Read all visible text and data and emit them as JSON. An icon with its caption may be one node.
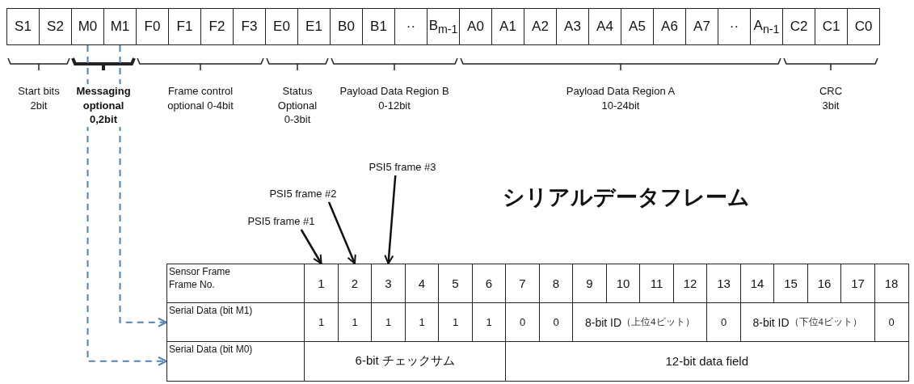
{
  "diagram": {
    "title": "シリアルデータフレーム",
    "nodes": [
      {
        "text": [
          "S1"
        ]
      },
      {
        "text": [
          "S2"
        ]
      },
      {
        "text": [
          "M0"
        ]
      },
      {
        "text": [
          "M1"
        ]
      },
      {
        "text": [
          "F0"
        ]
      },
      {
        "text": [
          "F1"
        ]
      },
      {
        "text": [
          "F2"
        ]
      },
      {
        "text": [
          "F3"
        ]
      },
      {
        "text": [
          "E0"
        ]
      },
      {
        "text": [
          "E1"
        ]
      },
      {
        "text": [
          "B0"
        ]
      },
      {
        "text": [
          "B1"
        ]
      },
      {
        "text": [
          "··"
        ]
      },
      {
        "text": [
          "B$_{m-1}$"
        ]
      },
      {
        "text": [
          "A0"
        ]
      },
      {
        "text": [
          "A1"
        ]
      },
      {
        "text": [
          "A2"
        ]
      },
      {
        "text": [
          "A3"
        ]
      },
      {
        "text": [
          "A4"
        ]
      },
      {
        "text": [
          "A5"
        ]
      },
      {
        "text": [
          "A6"
        ]
      },
      {
        "text": [
          "A7"
        ]
      },
      {
        "text": [
          "··"
        ]
      },
      {
        "text": [
          "A$_{n-1}$"
        ]
      },
      {
        "text": [
          "C2"
        ]
      },
      {
        "text": [
          "C1"
        ]
      },
      {
        "text": [
          "C0"
        ]
      },
      {
        "text": [
          "PSI5 frame #3"
        ]
      },
      {
        "text": [
          "PSI5 frame #2"
        ]
      },
      {
        "text": [
          "PSI5 frame #1"
        ]
      },
      {
        "text": [
          "Sensor Frame",
          "Frame No."
        ]
      },
      {
        "text": [
          "1"
        ]
      },
      {
        "text": [
          "2"
        ]
      },
      {
        "text": [
          "3"
        ]
      },
      {
        "text": [
          "4"
        ]
      },
      {
        "text": [
          "5"
        ]
      },
      {
        "text": [
          "6"
        ]
      },
      {
        "text": [
          "7"
        ]
      },
      {
        "text": [
          "8"
        ]
      },
      {
        "text": [
          "9"
        ]
      },
      {
        "text": [
          "10"
        ]
      },
      {
        "text": [
          "11"
        ]
      },
      {
        "text": [
          "12"
        ]
      },
      {
        "text": [
          "13"
        ]
      },
      {
        "text": [
          "14"
        ]
      },
      {
        "text": [
          "15"
        ]
      },
      {
        "text": [
          "16"
        ]
      },
      {
        "text": [
          "17"
        ]
      },
      {
        "text": [
          "18"
        ]
      },
      {
        "text": [
          "Serial Data (bit M1)"
        ]
      },
      {
        "text": [
          "1"
        ]
      },
      {
        "text": [
          "1"
        ]
      },
      {
        "text": [
          "1"
        ]
      },
      {
        "text": [
          "1"
        ]
      },
      {
        "text": [
          "1"
        ]
      },
      {
        "text": [
          "1"
        ]
      },
      {
        "text": [
          "0"
        ]
      },
      {
        "text": [
          "0"
        ]
      },
      {
        "text": [
          "8-bit ID",
          "（上位4ビット）"
        ]
      },
      {
        "text": [
          "0"
        ]
      },
      {
        "text": [
          "8-bit ID",
          "（下位4ビット）"
        ]
      },
      {
        "text": [
          "0"
        ]
      },
      {
        "text": [
          "Serial Data (bit M0)"
        ]
      },
      {
        "text": [
          "6-bit チェックサム"
        ]
      },
      {
        "text": [
          "12-bit data field"
        ]
      }
    ],
    "edges": [
      {
        "from": 3,
        "to": 49,
        "arrow": "to",
        "style": "dashed",
        "color": "#4f81bd"
      },
      {
        "from": 2,
        "to": 62,
        "arrow": "to",
        "style": "dashed",
        "color": "#4f81bd"
      },
      {
        "from": 27,
        "to": 33,
        "arrow": "to"
      },
      {
        "from": 28,
        "to": 32,
        "arrow": "to"
      },
      {
        "from": 29,
        "to": 31,
        "arrow": "to"
      }
    ],
    "labels": [
      "Start bits 2bit",
      "Messaging optional 0,2bit",
      "Frame control optional 0-4bit",
      "Status Optional 0-3bit",
      "Payload Data Region B 0-12bit",
      "Payload Data Region A 10-24bit",
      "CRC 3bit"
    ]
  }
}
